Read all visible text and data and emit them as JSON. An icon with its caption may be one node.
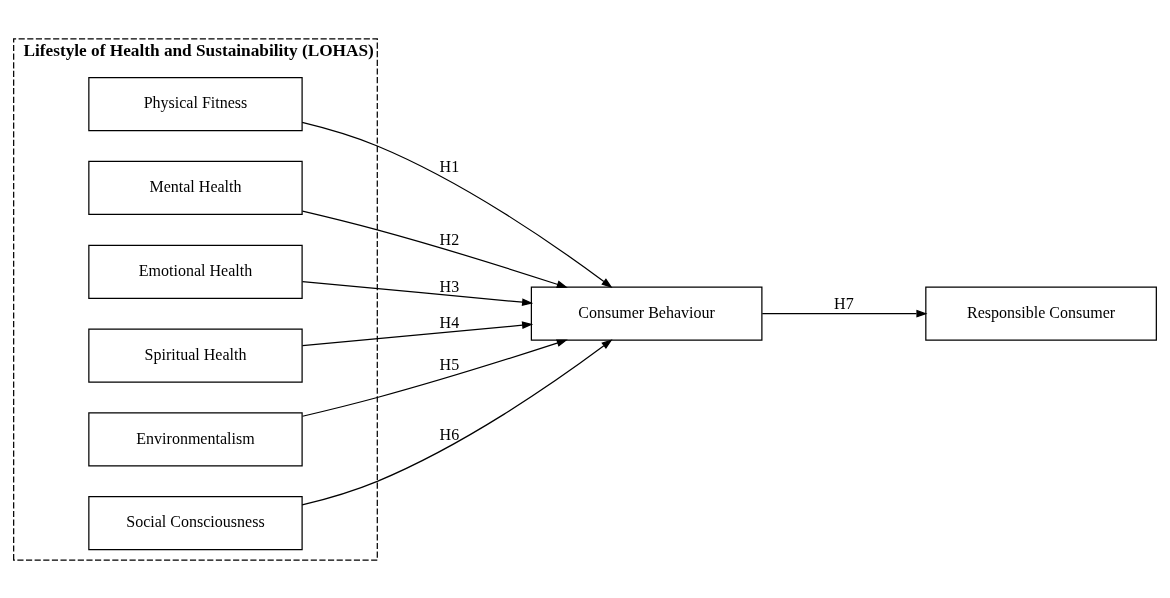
{
  "diagram": {
    "nodes": [
      {
        "text": [
          "Lifestyle of Health and Sustainability (LOHAS)"
        ]
      },
      {
        "text": [
          "Physical Fitness"
        ],
        "in": 0
      },
      {
        "text": [
          "Mental Health"
        ],
        "in": 0
      },
      {
        "text": [
          "Emotional Health"
        ],
        "in": 0
      },
      {
        "text": [
          "Spiritual Health"
        ],
        "in": 0
      },
      {
        "text": [
          "Environmentalism"
        ],
        "in": 0
      },
      {
        "text": [
          "Social Consciousness"
        ],
        "in": 0
      },
      {
        "text": [
          "Consumer Behaviour"
        ]
      },
      {
        "text": [
          "Responsible Consumer"
        ]
      }
    ],
    "edges": [
      {
        "from": 1,
        "to": 7,
        "arrow": "to",
        "label": "H1"
      },
      {
        "from": 2,
        "to": 7,
        "arrow": "to",
        "label": "H2"
      },
      {
        "from": 3,
        "to": 7,
        "arrow": "to",
        "label": "H3"
      },
      {
        "from": 4,
        "to": 7,
        "arrow": "to",
        "label": "H4"
      },
      {
        "from": 5,
        "to": 7,
        "arrow": "to",
        "label": "H5"
      },
      {
        "from": 6,
        "to": 7,
        "arrow": "to",
        "label": "H6"
      },
      {
        "from": 7,
        "to": 8,
        "arrow": "to",
        "label": "H7"
      }
    ]
  }
}
